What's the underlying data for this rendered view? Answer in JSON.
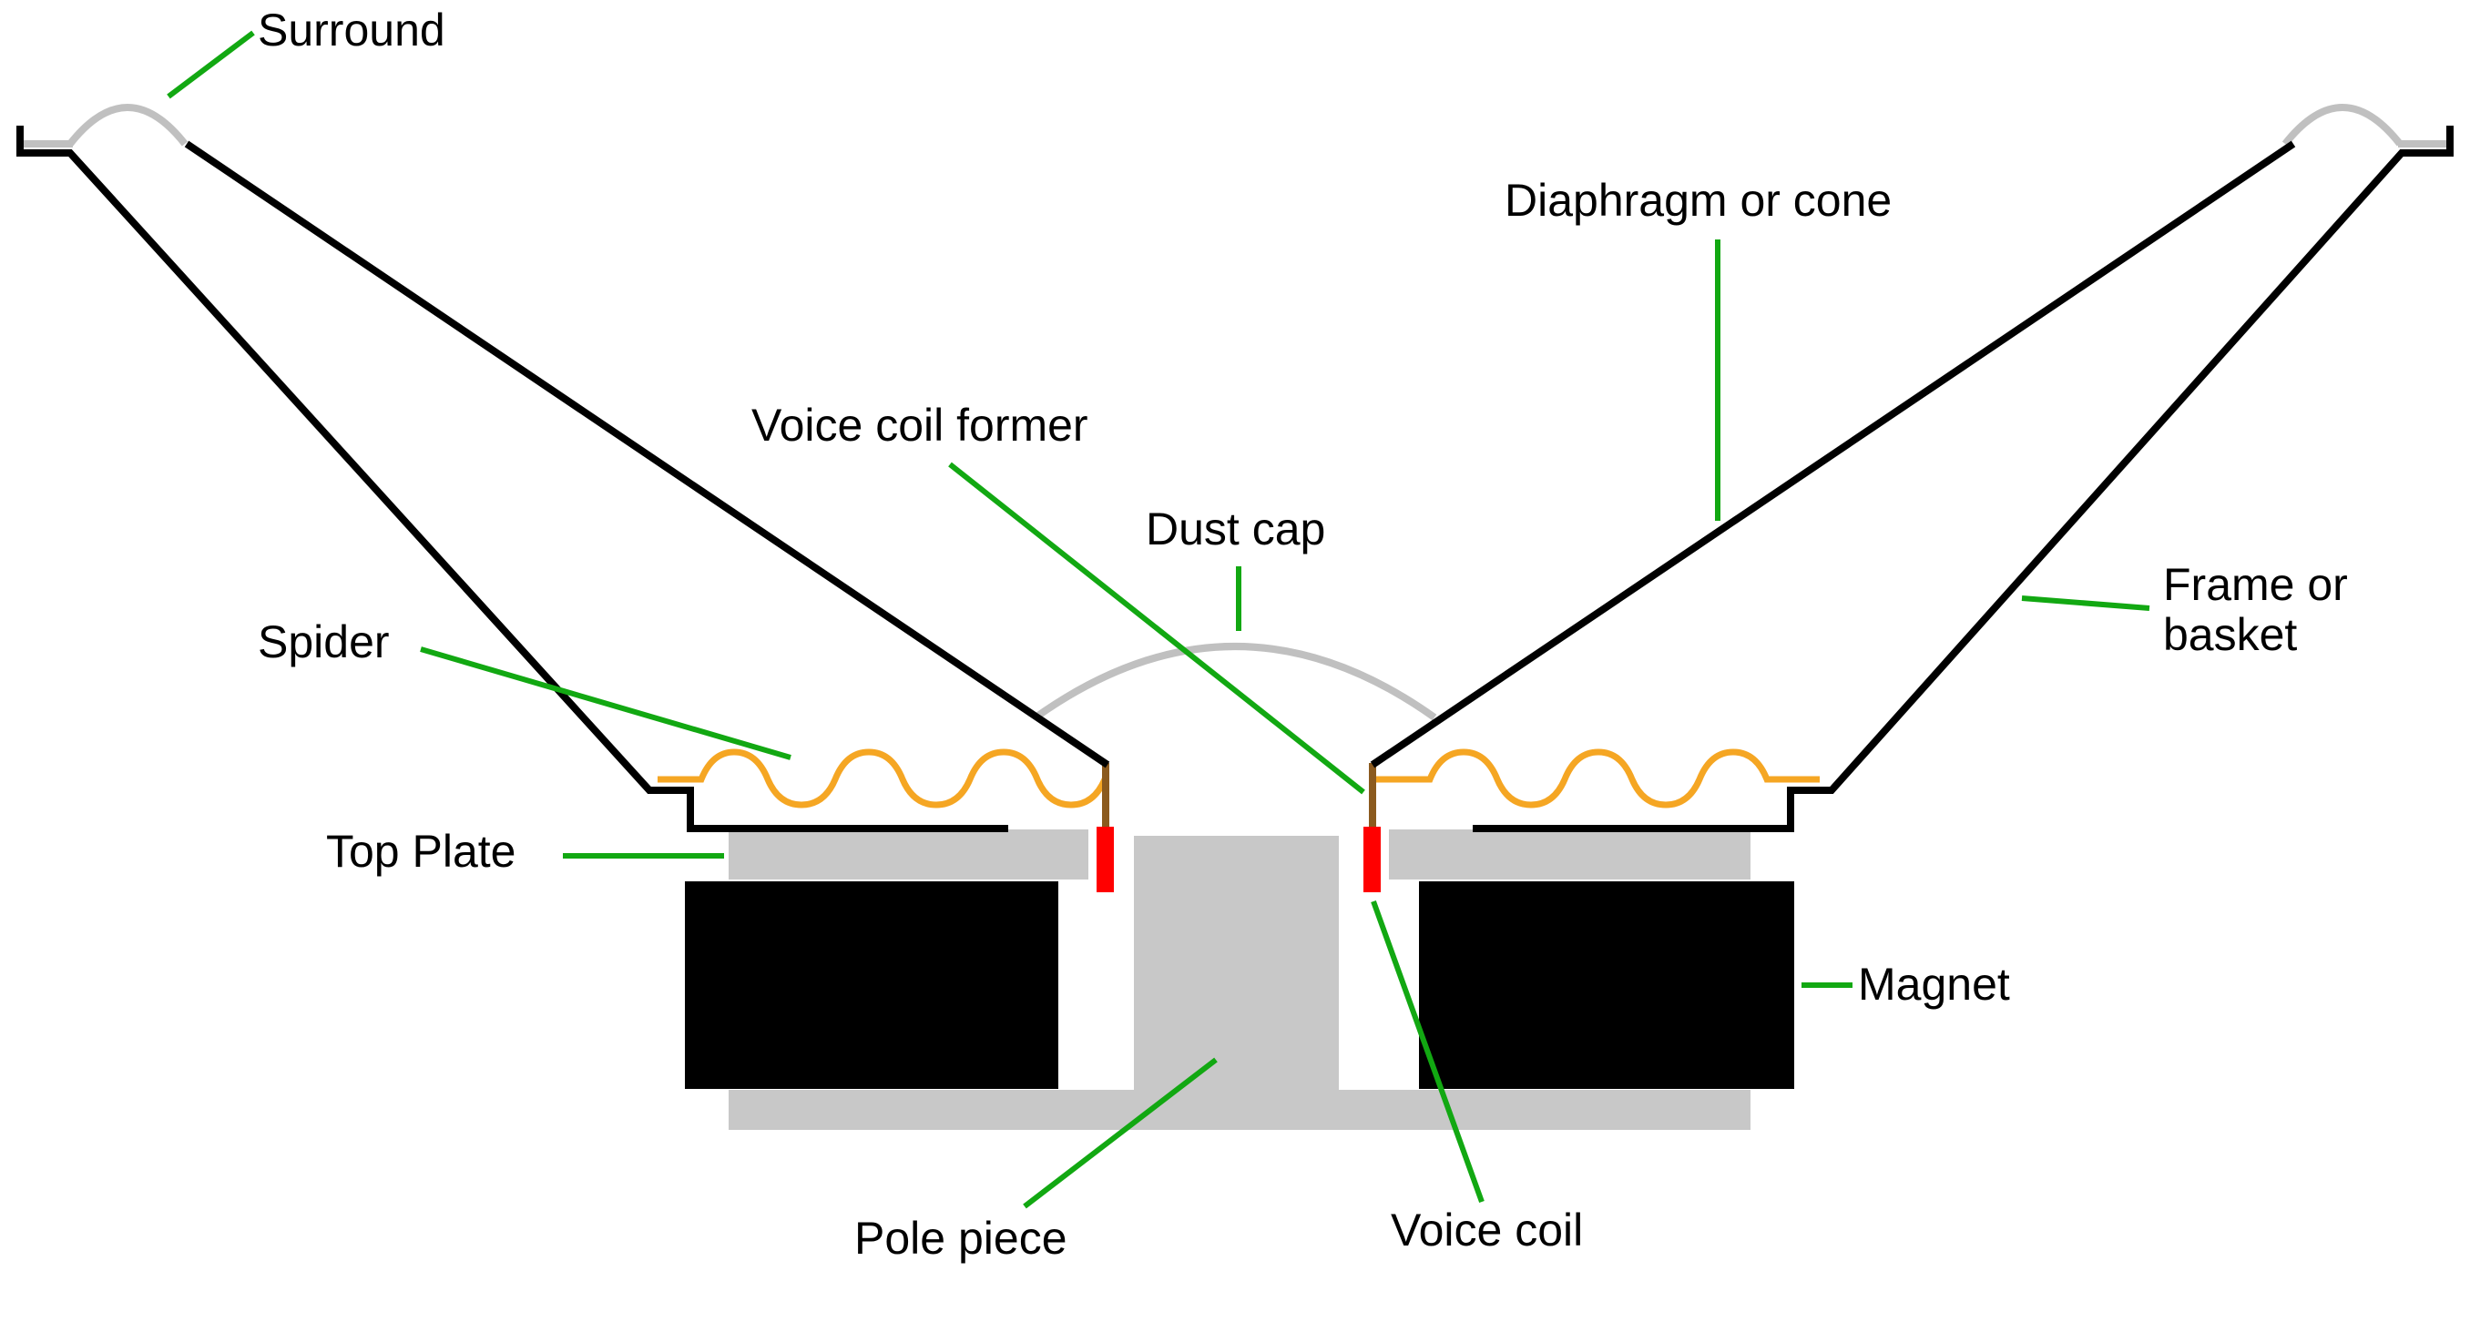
{
  "labels": {
    "surround": "Surround",
    "diaphragm": "Diaphragm or cone",
    "voice_coil_former": "Voice coil former",
    "dust_cap": "Dust cap",
    "frame_line1": "Frame or",
    "frame_line2": "basket",
    "spider": "Spider",
    "top_plate": "Top Plate",
    "magnet": "Magnet",
    "pole_piece": "Pole piece",
    "voice_coil": "Voice coil"
  },
  "colors": {
    "frame": "#000000",
    "surround": "#c0c0c0",
    "dust_cap": "#c0c0c0",
    "spider": "#f5a623",
    "former": "#8b5a1e",
    "voice_coil": "#ff0000",
    "steel": "#c8c8c8",
    "magnet": "#000000",
    "leader": "#12a812"
  }
}
